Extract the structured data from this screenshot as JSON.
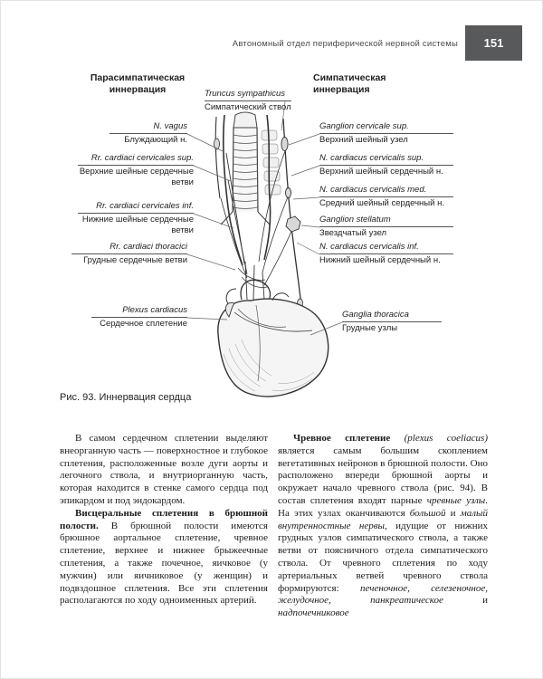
{
  "header": {
    "running_title": "Автономный отдел периферической нервной системы",
    "page_number": "151"
  },
  "figure": {
    "left_column_heading": "Парасимпатическая иннервация",
    "right_column_heading": "Симпатическая иннервация",
    "caption": "Рис. 93.  Иннервация сердца",
    "top_label": {
      "latin": "Truncus sympathicus",
      "russian": "Симпатический ствол"
    },
    "left_labels": [
      {
        "latin": "N. vagus",
        "russian": "Блуждающий н."
      },
      {
        "latin": "Rr. cardiaci cervicales sup.",
        "russian": "Верхние шейные сердечные ветви"
      },
      {
        "latin": "Rr. cardiaci cervicales inf.",
        "russian": "Нижние шейные сердечные ветви"
      },
      {
        "latin": "Rr. cardiaci thoracici",
        "russian": "Грудные сердечные ветви"
      },
      {
        "latin": "Plexus cardiacus",
        "russian": "Сердечное сплетение"
      }
    ],
    "right_labels": [
      {
        "latin": "Ganglion cervicale sup.",
        "russian": "Верхний шейный узел"
      },
      {
        "latin": "N. cardiacus cervicalis sup.",
        "russian": "Верхний шейный сердечный н."
      },
      {
        "latin": "N. cardiacus cervicalis med.",
        "russian": "Средний шейный сердечный н."
      },
      {
        "latin": "Ganglion stellatum",
        "russian": "Звездчатый узел"
      },
      {
        "latin": "N. cardiacus cervicalis inf.",
        "russian": "Нижний шейный сердечный н."
      },
      {
        "latin": "Ganglia thoracica",
        "russian": "Грудные узлы"
      }
    ]
  },
  "body": {
    "left_paragraphs": [
      {
        "indent": true,
        "runs": [
          {
            "s": "n",
            "t": "В самом сердечном сплетении выделяют внеорганную часть — поверхностное и глубокое сплетения, расположенные возле дуги аорты и легочного ствола, и внутриорганную часть, которая находится в стенке самого сердца под эпикардом и под эндокардом."
          }
        ]
      },
      {
        "indent": true,
        "runs": [
          {
            "s": "b",
            "t": "Висцеральные сплетения в брюшной полости."
          },
          {
            "s": "n",
            "t": " В брюшной полости имеются брюшное аортальное сплетение, чревное сплетение, верхнее и нижнее брыжеечные сплетения, а также почечное, яичковое (у мужчин) или яичниковое (у женщин) и подвздошное сплетения. Все эти сплетения располагаются по ходу одноименных артерий."
          }
        ]
      }
    ],
    "right_paragraphs": [
      {
        "indent": true,
        "runs": [
          {
            "s": "b",
            "t": "Чревное сплетение"
          },
          {
            "s": "i",
            "t": " (plexus coeliacus)"
          },
          {
            "s": "n",
            "t": " является самым большим скоплением вегетативных нейронов в брюшной полости. Оно расположено впереди брюшной аорты и окружает начало чревного ствола (рис. 94). В состав сплетения входят парные "
          },
          {
            "s": "i",
            "t": "чревные узлы"
          },
          {
            "s": "n",
            "t": ". На этих узлах оканчиваются "
          },
          {
            "s": "i",
            "t": "большой"
          },
          {
            "s": "n",
            "t": " и "
          },
          {
            "s": "i",
            "t": "малый внутренностные нервы"
          },
          {
            "s": "n",
            "t": ", идущие от нижних грудных узлов симпатического ствола, а также ветви от поясничного отдела симпатического ствола. От чревного сплетения по ходу артериальных ветвей чревного ствола формируются: "
          },
          {
            "s": "i",
            "t": "печеночное, селезеночное, желудочное, панкреатическое"
          },
          {
            "s": "n",
            "t": " и "
          },
          {
            "s": "i",
            "t": "надпочечниковое"
          }
        ]
      }
    ]
  }
}
